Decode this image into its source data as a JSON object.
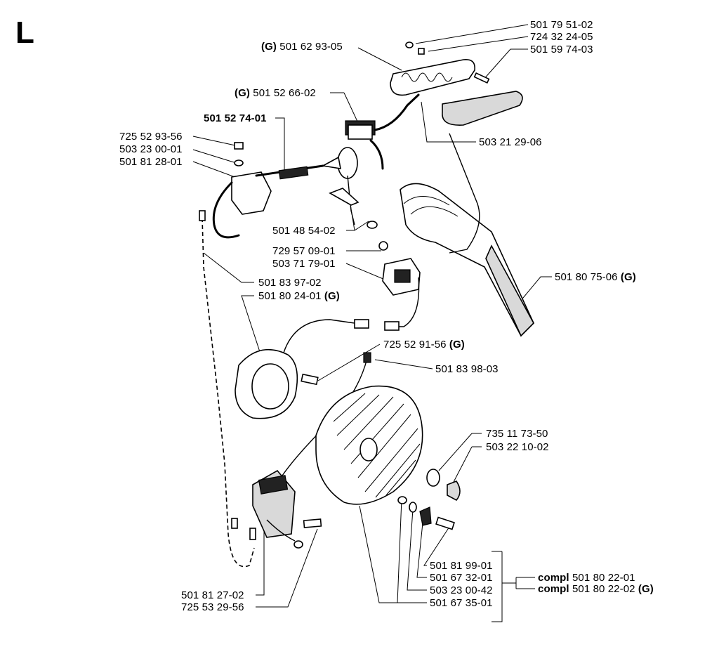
{
  "section_letter": "L",
  "labels": [
    {
      "id": "p1",
      "text": "501 79 51-02"
    },
    {
      "id": "p2",
      "text": "724 32 24-05"
    },
    {
      "id": "p3",
      "text": "501 59 74-03"
    },
    {
      "id": "p4",
      "prefix": "(G)",
      "text": "501 62 93-05"
    },
    {
      "id": "p5",
      "prefix": "(G)",
      "text": "501 52 66-02"
    },
    {
      "id": "p6",
      "text": "501 52 74-01",
      "bold": true
    },
    {
      "id": "p7",
      "text": "725 52 93-56"
    },
    {
      "id": "p8",
      "text": "503 23 00-01"
    },
    {
      "id": "p9",
      "text": "501 81 28-01"
    },
    {
      "id": "p10",
      "text": "503 21 29-06"
    },
    {
      "id": "p11",
      "text": "501 48 54-02"
    },
    {
      "id": "p12",
      "text": "729 57 09-01"
    },
    {
      "id": "p13",
      "text": "503 71 79-01"
    },
    {
      "id": "p14",
      "text": "501 80 75-06",
      "suffix": "(G)"
    },
    {
      "id": "p15",
      "text": "501 83 97-02"
    },
    {
      "id": "p16",
      "text": "501 80 24-01",
      "suffix": "(G)"
    },
    {
      "id": "p17",
      "text": "725 52 91-56",
      "suffix": "(G)"
    },
    {
      "id": "p18",
      "text": "501 83 98-03"
    },
    {
      "id": "p19",
      "text": "735 11 73-50"
    },
    {
      "id": "p20",
      "text": "503 22 10-02"
    },
    {
      "id": "p21",
      "text": "501 81 99-01"
    },
    {
      "id": "p22",
      "text": "501 67 32-01"
    },
    {
      "id": "p23",
      "text": "503 23 00-42"
    },
    {
      "id": "p24",
      "text": "501 67 35-01"
    },
    {
      "id": "p25",
      "text": "501 81 27-02"
    },
    {
      "id": "p26",
      "text": "725 53 29-56"
    },
    {
      "id": "p27",
      "prefix": "compl",
      "text": "501 80 22-01"
    },
    {
      "id": "p28",
      "prefix": "compl",
      "text": "501 80 22-02",
      "suffix": "(G)"
    }
  ]
}
